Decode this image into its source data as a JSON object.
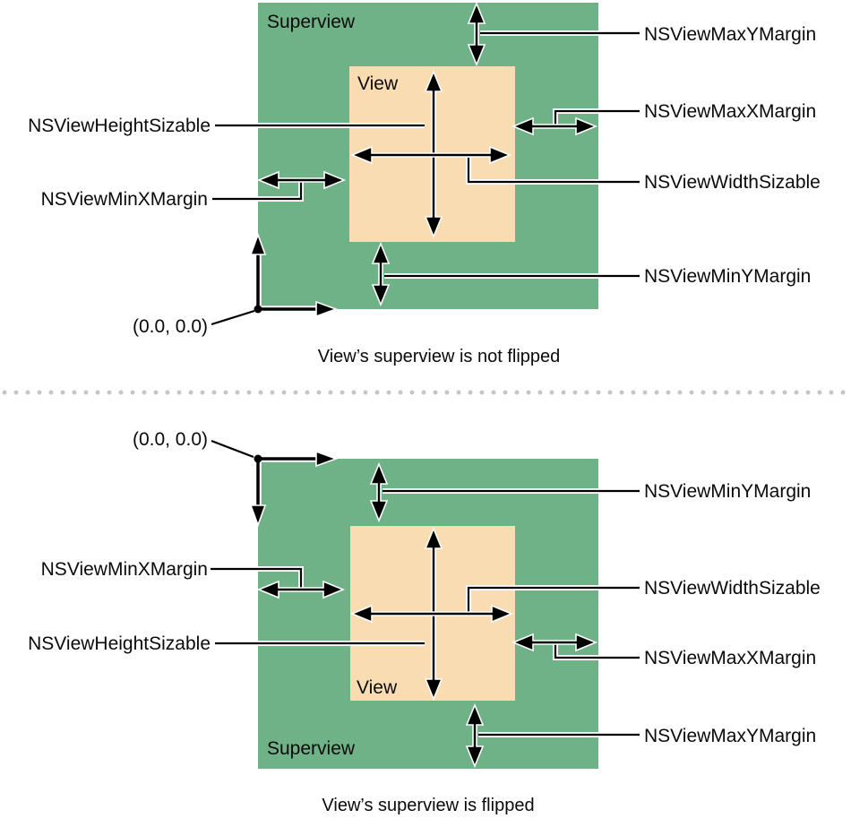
{
  "colors": {
    "superview": "#70b287",
    "view": "#fadcb3",
    "line": "#000000",
    "divider_dot": "#c6c6c6",
    "text": "#0a0a0a"
  },
  "top_diagram": {
    "superview_label": "Superview",
    "view_label": "View",
    "origin_label": "(0.0, 0.0)",
    "caption": "View’s superview is not flipped",
    "left_labels": {
      "height_sizable": "NSViewHeightSizable",
      "min_x_margin": "NSViewMinXMargin"
    },
    "right_labels": {
      "max_y_margin": "NSViewMaxYMargin",
      "max_x_margin": "NSViewMaxXMargin",
      "width_sizable": "NSViewWidthSizable",
      "min_y_margin": "NSViewMinYMargin"
    }
  },
  "bottom_diagram": {
    "superview_label": "Superview",
    "view_label": "View",
    "origin_label": "(0.0, 0.0)",
    "caption": "View’s superview is flipped",
    "left_labels": {
      "min_x_margin": "NSViewMinXMargin",
      "height_sizable": "NSViewHeightSizable"
    },
    "right_labels": {
      "min_y_margin": "NSViewMinYMargin",
      "width_sizable": "NSViewWidthSizable",
      "max_x_margin": "NSViewMaxXMargin",
      "max_y_margin": "NSViewMaxYMargin"
    }
  }
}
